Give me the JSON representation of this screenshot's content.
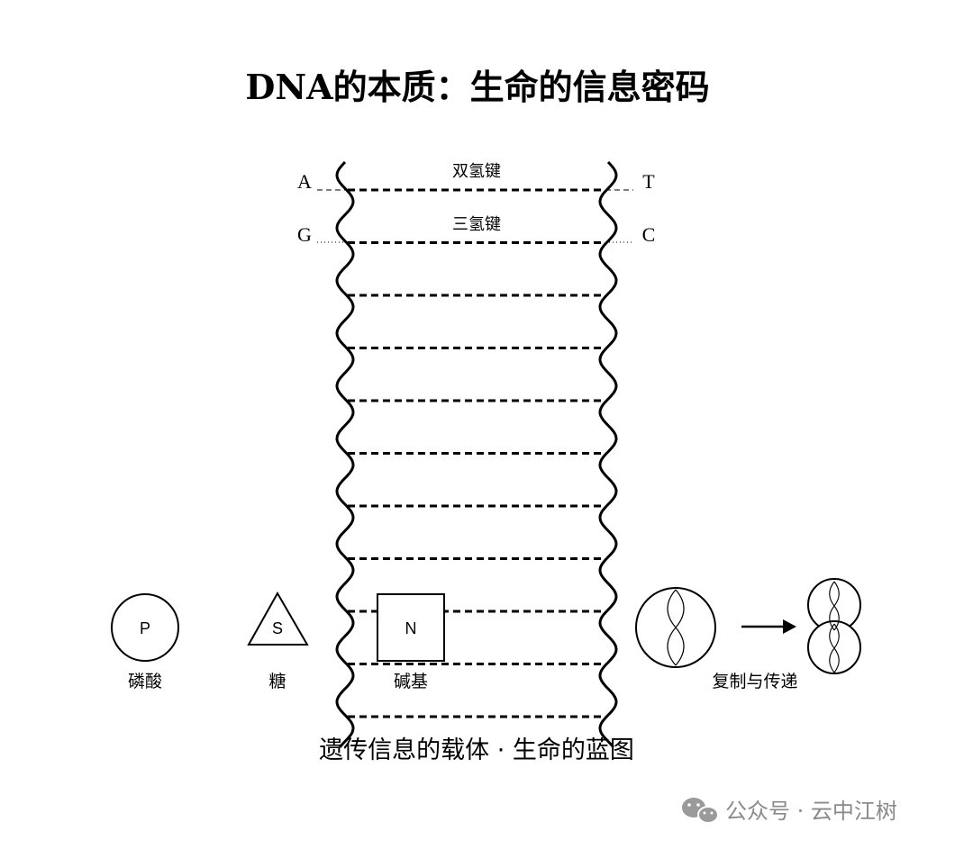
{
  "title": "DNA的本质：生命的信息密码",
  "base_pairs": {
    "top": {
      "left": "A",
      "right": "T",
      "bond_label": "双氢键"
    },
    "second": {
      "left": "G",
      "right": "C",
      "bond_label": "三氢键"
    }
  },
  "components": {
    "phosphate": {
      "symbol": "P",
      "label": "磷酸"
    },
    "sugar": {
      "symbol": "S",
      "label": "糖"
    },
    "base": {
      "symbol": "N",
      "label": "碱基"
    }
  },
  "replication": {
    "label": "复制与传递"
  },
  "caption": "遗传信息的载体 · 生命的蓝图",
  "watermark": {
    "text": "公众号 · 云中江树",
    "icon": "wechat-icon"
  },
  "colors": {
    "ink": "#000000",
    "watermark": "#8a8a8a"
  }
}
